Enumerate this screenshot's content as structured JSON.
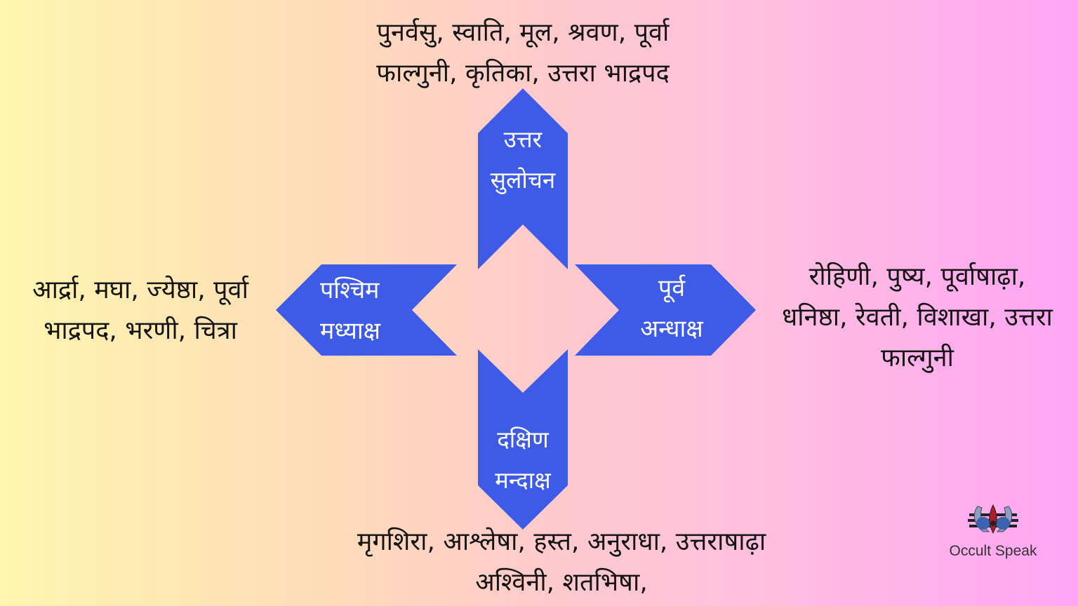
{
  "diagram": {
    "colors": {
      "arrow_fill": "#3d5be6",
      "arrow_text": "#ffffff",
      "text": "#141414",
      "background_left": "#fff6b0",
      "background_mid": "#ffcbcc",
      "background_right": "#ffa5f5"
    },
    "north": {
      "label_lines": [
        "उत्तर",
        "सुलोचन"
      ],
      "nakshatra_lines": [
        "पुनर्वसु, स्वाति, मूल, श्रवण, पूर्वा",
        "फाल्गुनी, कृतिका, उत्तरा भाद्रपद"
      ]
    },
    "west": {
      "label_lines": [
        "पश्चिम",
        "मध्याक्ष"
      ],
      "nakshatra_lines": [
        "आर्द्रा, मघा, ज्येष्ठा, पूर्वा",
        "भाद्रपद, भरणी, चित्रा"
      ]
    },
    "east": {
      "label_lines": [
        "पूर्व",
        "अन्धाक्ष"
      ],
      "nakshatra_lines": [
        "रोहिणी, पुष्य, पूर्वाषाढ़ा,",
        "धनिष्ठा, रेवती, विशाखा, उत्तरा",
        "फाल्गुनी"
      ]
    },
    "south": {
      "label_lines": [
        "दक्षिण",
        "मन्दाक्ष"
      ],
      "nakshatra_lines": [
        "मृगशिरा, आश्लेषा, हस्त, अनुराधा, उत्तराषाढ़ा",
        "अश्विनी, शतभिषा,"
      ]
    }
  },
  "logo": {
    "icon": "occult-speak-emblem-icon",
    "text": "Occult Speak"
  }
}
